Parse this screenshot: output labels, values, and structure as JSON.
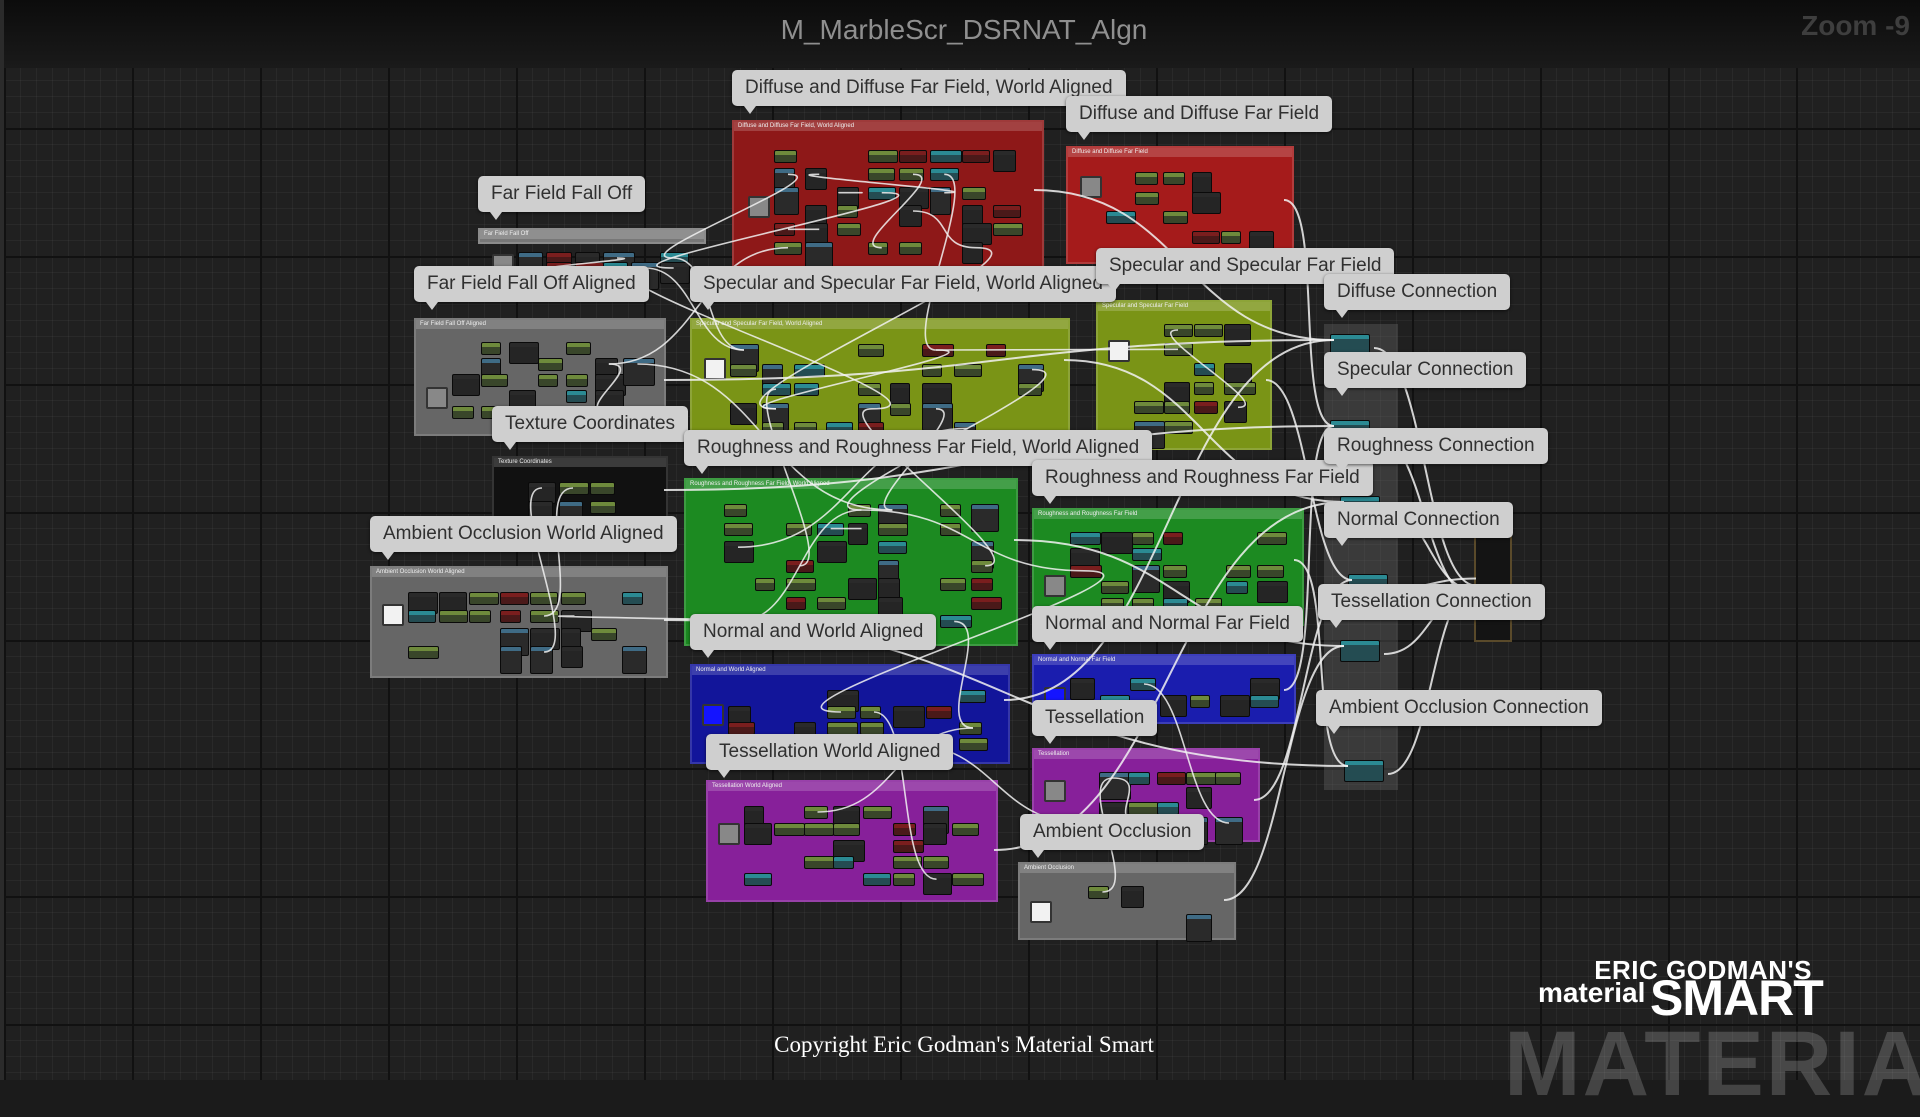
{
  "graph": {
    "title": "M_MarbleScr_DSRNAT_Algn",
    "zoom": "Zoom -9"
  },
  "comments": {
    "diffuse_world": {
      "label": "Diffuse and Diffuse Far Field, World Aligned",
      "color": "#9e1a1a"
    },
    "diffuse": {
      "label": "Diffuse and Diffuse Far Field",
      "color": "#b21c1c"
    },
    "farfield_falloff": {
      "label": "Far Field Fall Off",
      "color": "#7d7d7d"
    },
    "farfield_falloff_aligned": {
      "label": "Far Field Fall Off Aligned",
      "color": "#6e6e6e"
    },
    "specular_world": {
      "label": "Specular and Specular Far Field, World Aligned",
      "color": "#7f9b16"
    },
    "specular": {
      "label": "Specular and Specular Far Field",
      "color": "#7f9b16"
    },
    "texture_coordinates": {
      "label": "Texture Coordinates",
      "color": "#111111"
    },
    "roughness_world": {
      "label": "Roughness and Roughness Far Field, World Aligned",
      "color": "#1e8f22"
    },
    "roughness": {
      "label": "Roughness and Roughness Far Field",
      "color": "#1e8f22"
    },
    "ao_world": {
      "label": "Ambient Occlusion World Aligned",
      "color": "#6b6b6b"
    },
    "normal_world": {
      "label": "Normal and World Aligned",
      "color": "#13169a"
    },
    "normal": {
      "label": "Normal and Normal Far Field",
      "color": "#1c1fae"
    },
    "tessellation_world": {
      "label": "Tessellation World Aligned",
      "color": "#8a1f96"
    },
    "tessellation": {
      "label": "Tessellation",
      "color": "#8a1f96"
    },
    "ambient_occlusion": {
      "label": "Ambient Occlusion",
      "color": "#6b6b6b"
    }
  },
  "connections": {
    "diffuse": "Diffuse Connection",
    "specular": "Specular Connection",
    "roughness": "Roughness Connection",
    "normal": "Normal Connection",
    "tessellation": "Tessellation Connection",
    "ambient_occlusion": "Ambient Occlusion Connection"
  },
  "branding": {
    "name": "ERIC GODMAN'S",
    "material": "material",
    "smart": "SMART",
    "watermark": "MATERIAL"
  },
  "footer": {
    "copyright": "Copyright Eric Godman's Material Smart"
  },
  "colors": {
    "background": "#202020",
    "wire": "#f2f2f2",
    "bubble": "#cfcfcf"
  }
}
